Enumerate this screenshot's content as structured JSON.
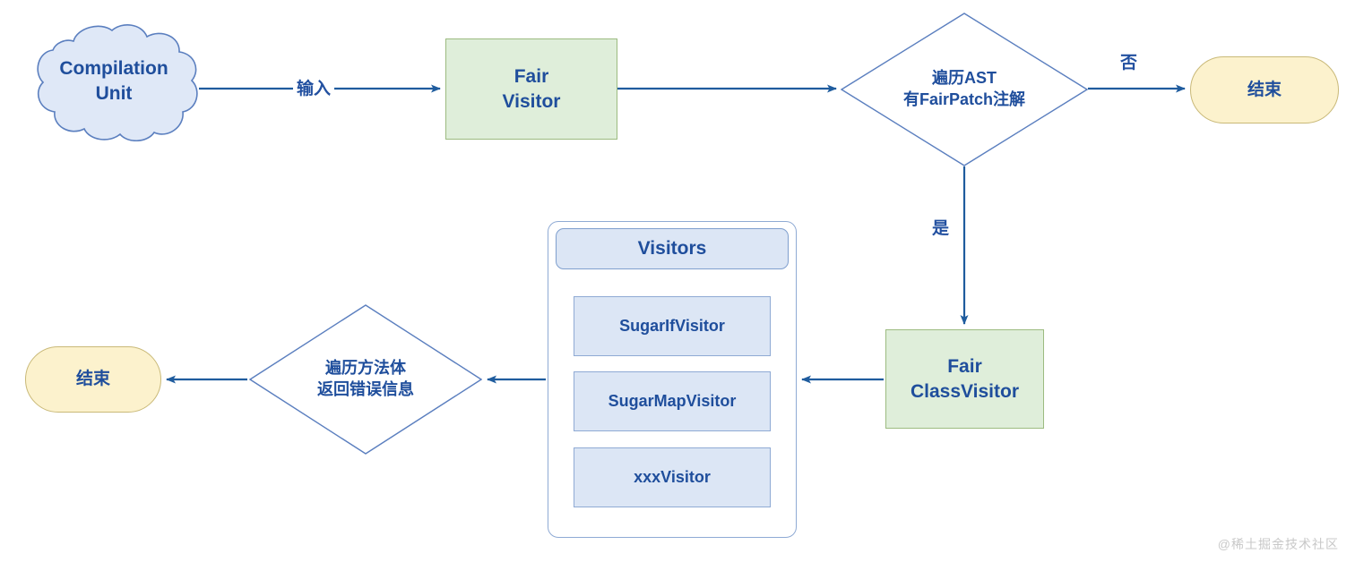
{
  "diagram": {
    "title": "Fair Visitor AST processing flow",
    "colors": {
      "line": "#1f5c9e",
      "text": "#1f4e9c",
      "green_fill": "#dfeeda",
      "green_border": "#9cbb80",
      "yellow_fill": "#fcf2cd",
      "yellow_border": "#c9b978",
      "blue_fill": "#dce6f5",
      "blue_border": "#8faad4",
      "cloud_fill": "#dfe8f7",
      "cloud_border": "#5b7fbf",
      "watermark": "#c8c8c8"
    },
    "nodes": {
      "compilation_unit": "Compilation\nUnit",
      "fair_visitor": "Fair\nVisitor",
      "decision_ast": "遍历AST\n有FairPatch注解",
      "end_right": "结束",
      "fair_class_visitor": "Fair\nClassVisitor",
      "visitors_title": "Visitors",
      "visitor_items": [
        "SugarIfVisitor",
        "SugarMapVisitor",
        "xxxVisitor"
      ],
      "decision_body": "遍历方法体\n返回错误信息",
      "end_left": "结束"
    },
    "edge_labels": {
      "input": "输入",
      "no": "否",
      "yes": "是"
    },
    "watermark": "@稀土掘金技术社区"
  }
}
